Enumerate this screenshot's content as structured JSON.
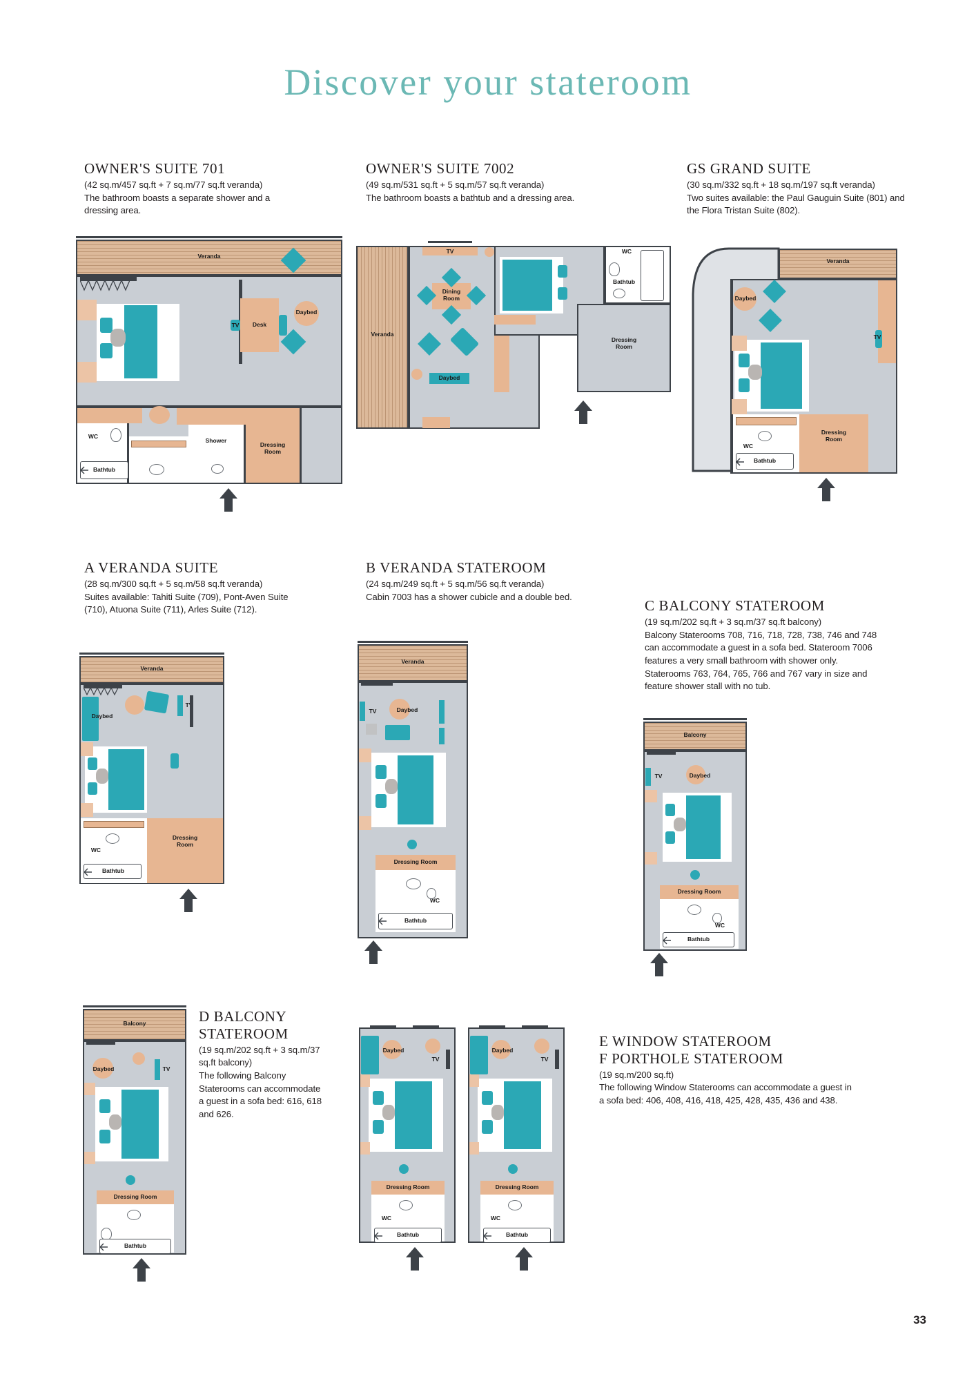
{
  "page": {
    "title": "Discover your stateroom",
    "folio": "33"
  },
  "sections": [
    {
      "id": "owners-suite-701",
      "heading": "OWNER'S SUITE 701",
      "meta": "(42 sq.m/457 sq.ft + 7 sq.m/77 sq.ft veranda)",
      "desc": "The bathroom boasts a separate shower and a dressing area."
    },
    {
      "id": "owners-suite-7002",
      "heading": "OWNER'S SUITE 7002",
      "meta": "(49 sq.m/531 sq.ft + 5 sq.m/57 sq.ft veranda)",
      "desc": "The bathroom boasts a bathtub and a dressing area."
    },
    {
      "id": "gs-grand-suite",
      "heading": "GS  GRAND SUITE",
      "meta": "(30 sq.m/332 sq.ft + 18 sq.m/197 sq.ft veranda)",
      "desc": "Two suites available: the Paul Gauguin Suite (801) and the Flora Tristan Suite (802)."
    },
    {
      "id": "a-veranda-suite",
      "heading": "A VERANDA SUITE",
      "meta": "(28 sq.m/300 sq.ft + 5 sq.m/58 sq.ft veranda)",
      "desc": "Suites available: Tahiti Suite (709), Pont-Aven Suite (710), Atuona Suite (711), Arles Suite (712)."
    },
    {
      "id": "b-veranda-stateroom",
      "heading": "B VERANDA STATEROOM",
      "meta": "(24 sq.m/249 sq.ft + 5 sq.m/56 sq.ft veranda)",
      "desc": "Cabin 7003 has a shower cubicle and a double bed."
    },
    {
      "id": "c-balcony-stateroom",
      "heading": "C BALCONY STATEROOM",
      "meta": "(19 sq.m/202 sq.ft + 3 sq.m/37 sq.ft balcony)",
      "desc": "Balcony Staterooms 708, 716, 718, 728, 738, 746 and 748 can accommodate a guest in a sofa bed. Stateroom 7006 features a very small bathroom with shower only. Staterooms 763, 764, 765, 766 and 767 vary in size and feature shower stall with no tub."
    },
    {
      "id": "d-balcony-stateroom",
      "heading": "D BALCONY\nSTATEROOM",
      "meta": "(19 sq.m/202 sq.ft + 3 sq.m/37 sq.ft balcony)",
      "desc": "The following Balcony Staterooms can accommodate a guest in a sofa bed: 616, 618 and 626."
    },
    {
      "id": "ef-window-porthole-stateroom",
      "heading": "E WINDOW STATEROOM\nF PORTHOLE STATEROOM",
      "meta": "(19 sq.m/200 sq.ft)",
      "desc": "The following Window Staterooms can accommodate a guest in a sofa bed: 406, 408, 416, 418, 425, 428, 435, 436 and 438."
    }
  ],
  "plan_labels": {
    "veranda": "Veranda",
    "balcony": "Balcony",
    "tv": "TV",
    "desk": "Desk",
    "daybed": "Daybed",
    "wc": "WC",
    "bathtub": "Bathtub",
    "shower": "Shower",
    "dressing_room": "Dressing\nRoom",
    "dressing_room_1l": "Dressing Room",
    "dining_room": "Dining\nRoom"
  },
  "colors": {
    "title_teal": "#6bb8b4",
    "bed_teal": "#2ba8b5",
    "furniture_tan": "#e7b692",
    "floor_grey": "#c9ced4",
    "wall_dark": "#3d4248",
    "veranda_wood": "#dcb99a",
    "text": "#231f20"
  }
}
